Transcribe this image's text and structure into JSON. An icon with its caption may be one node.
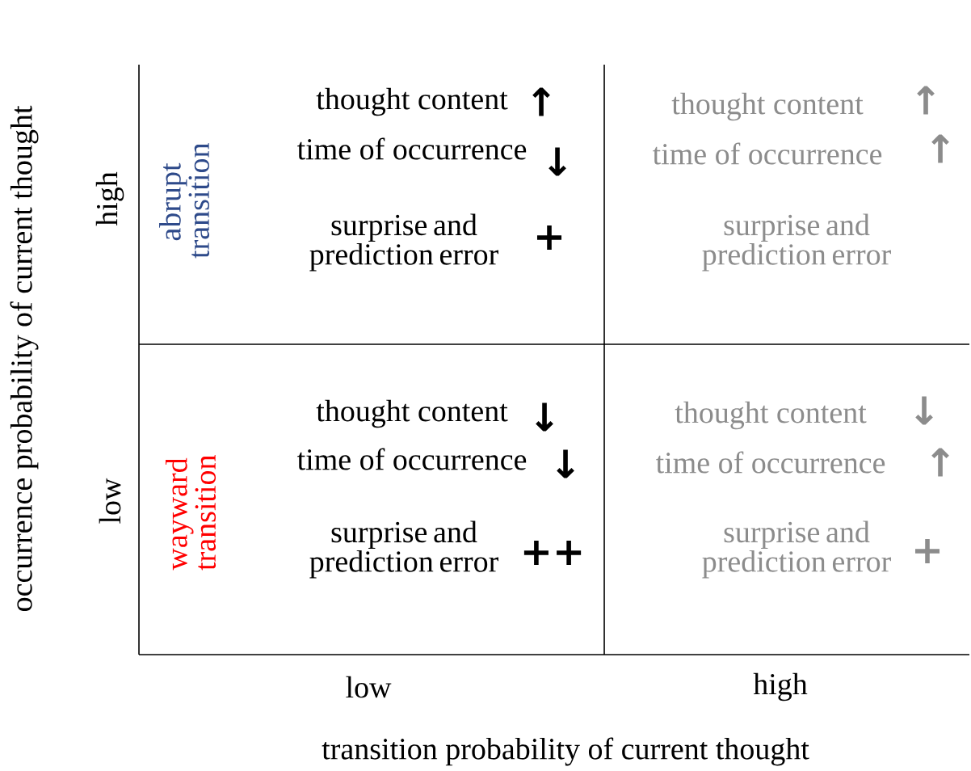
{
  "diagram": {
    "nodes": [
      {
        "text": [
          "abrupt transition",
          "thought content",
          "↑",
          "time of occurrence",
          "↓",
          "surprise and prediction error",
          "+"
        ]
      },
      {
        "text": [
          "thought content",
          "↑",
          "time of occurrence",
          "↑",
          "surprise and prediction error"
        ]
      },
      {
        "text": [
          "wayward transition",
          "thought content",
          "↓",
          "time of occurrence",
          "↓",
          "surprise and prediction error",
          "++"
        ]
      },
      {
        "text": [
          "thought content",
          "↓",
          "time of occurrence",
          "↑",
          "surprise and prediction error",
          "+"
        ]
      }
    ],
    "labels": [
      "occurrence probability of current thought",
      "high",
      "low",
      "low",
      "high",
      "transition probability of current thought"
    ]
  }
}
